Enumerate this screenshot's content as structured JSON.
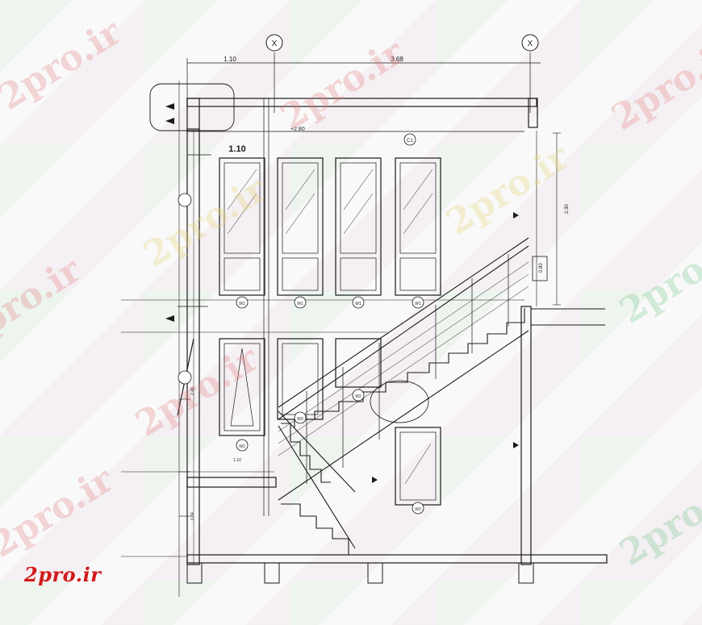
{
  "drawing": {
    "grid_markers": [
      "X",
      "X"
    ],
    "top_dimensions": [
      "1.10",
      "3.68"
    ],
    "inner_dimension": "1.10",
    "level_tag": "+2.80",
    "side_dims": [
      "2.30",
      "0.80",
      "2.46",
      "0.84",
      "1.10"
    ],
    "window_tags": [
      "W1",
      "W1",
      "W1",
      "W1",
      "W2",
      "W3",
      "W2",
      "W3"
    ],
    "ceiling_tag": "C1"
  },
  "watermarks": [
    "2pro.ir",
    "2pro.ir",
    "2pro.ir",
    "2pro.ir",
    "2pro.ir",
    "2pro.ir",
    "2pro.ir",
    "2pro.ir",
    "2pro.ir",
    "2pro.ir"
  ],
  "logo": "2pro.ir",
  "colors": {
    "line": "#1a1a1a",
    "logo": "#d11b1b"
  }
}
